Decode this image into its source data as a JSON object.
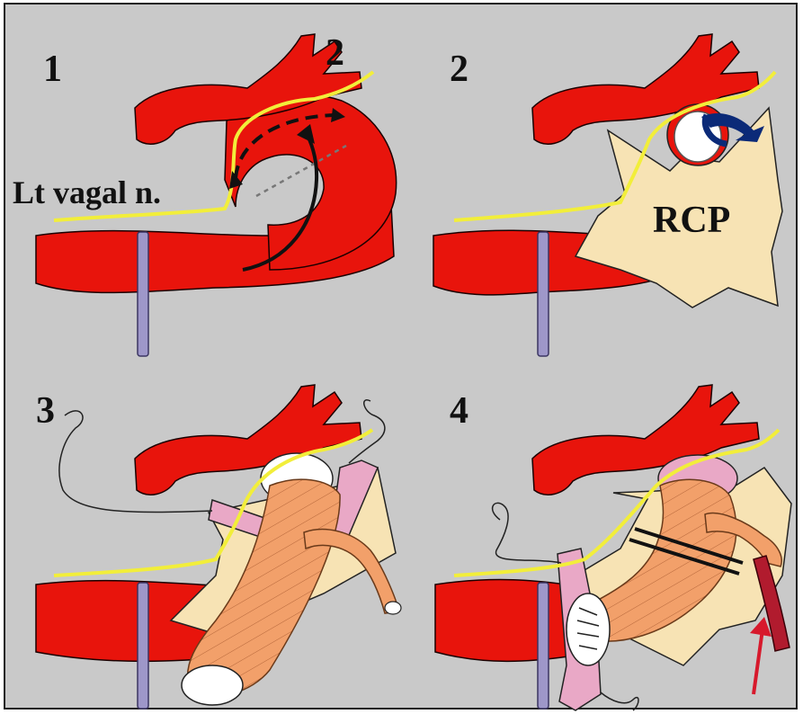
{
  "panels": [
    {
      "number": "1",
      "extra_number": "2"
    },
    {
      "number": "2"
    },
    {
      "number": "3"
    },
    {
      "number": "4"
    }
  ],
  "labels": {
    "nerve": "Lt vagal n.",
    "patch": "RCP"
  },
  "colors": {
    "background": "#c9c9c9",
    "aorta": "#e8140c",
    "nerve": "#f2ee3a",
    "patch": "#f7e3b4",
    "graft": "#f2a06a",
    "felt": "#e9a8c6",
    "clamp": "#9e97c9",
    "arrow_blue": "#0b2a78",
    "arrow_red": "#d7192c"
  }
}
